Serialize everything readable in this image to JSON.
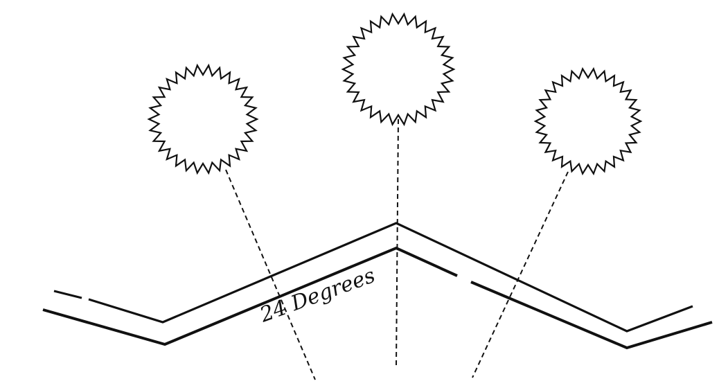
{
  "figure": {
    "angle_label": "24 Degrees",
    "ink_color": "#111111",
    "background": "#ffffff",
    "elements": {
      "stars": [
        "sun-burst-left",
        "sun-burst-center",
        "sun-burst-right"
      ],
      "line_style": "dashed"
    }
  }
}
